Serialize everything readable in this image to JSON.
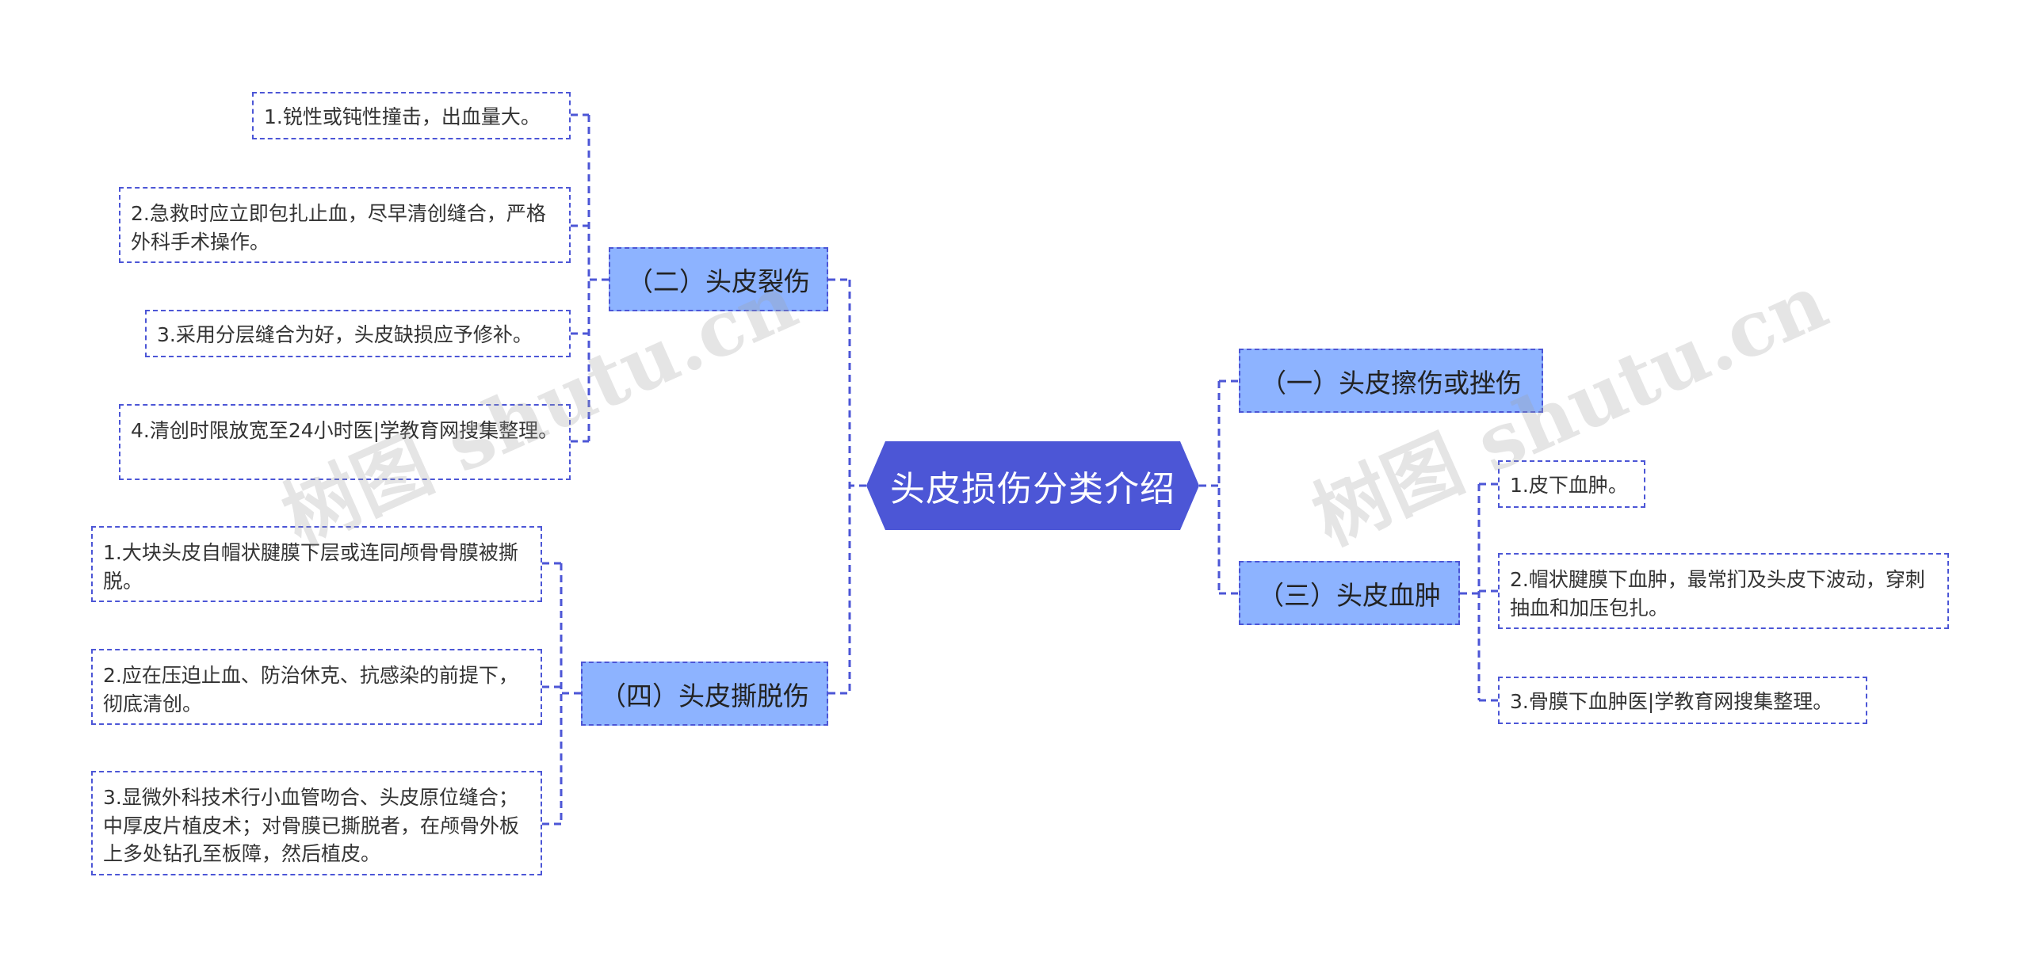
{
  "root": {
    "title": "头皮损伤分类介绍"
  },
  "branches": {
    "b1": {
      "label": "（一）头皮擦伤或挫伤"
    },
    "b2": {
      "label": "（二）头皮裂伤",
      "items": [
        "1.锐性或钝性撞击，出血量大。",
        "2.急救时应立即包扎止血，尽早清创缝合，严格外科手术操作。",
        "3.采用分层缝合为好，头皮缺损应予修补。",
        "4.清创时限放宽至24小时医|学教育网搜集整理。"
      ]
    },
    "b3": {
      "label": "（三）头皮血肿",
      "items": [
        "1.皮下血肿。",
        "2.帽状腱膜下血肿，最常扪及头皮下波动，穿刺抽血和加压包扎。",
        "3.骨膜下血肿医|学教育网搜集整理。"
      ]
    },
    "b4": {
      "label": "（四）头皮撕脱伤",
      "items": [
        "1.大块头皮自帽状腱膜下层或连同颅骨骨膜被撕脱。",
        "2.应在压迫止血、防治休克、抗感染的前提下，彻底清创。",
        "3.显微外科技术行小血管吻合、头皮原位缝合；中厚皮片植皮术；对骨膜已撕脱者，在颅骨外板上多处钻孔至板障，然后植皮。"
      ]
    }
  },
  "watermark": "树图 shutu.cn",
  "colors": {
    "root_fill": "#4c56d6",
    "branch_fill": "#8db3ff",
    "line": "#4c56d6"
  }
}
